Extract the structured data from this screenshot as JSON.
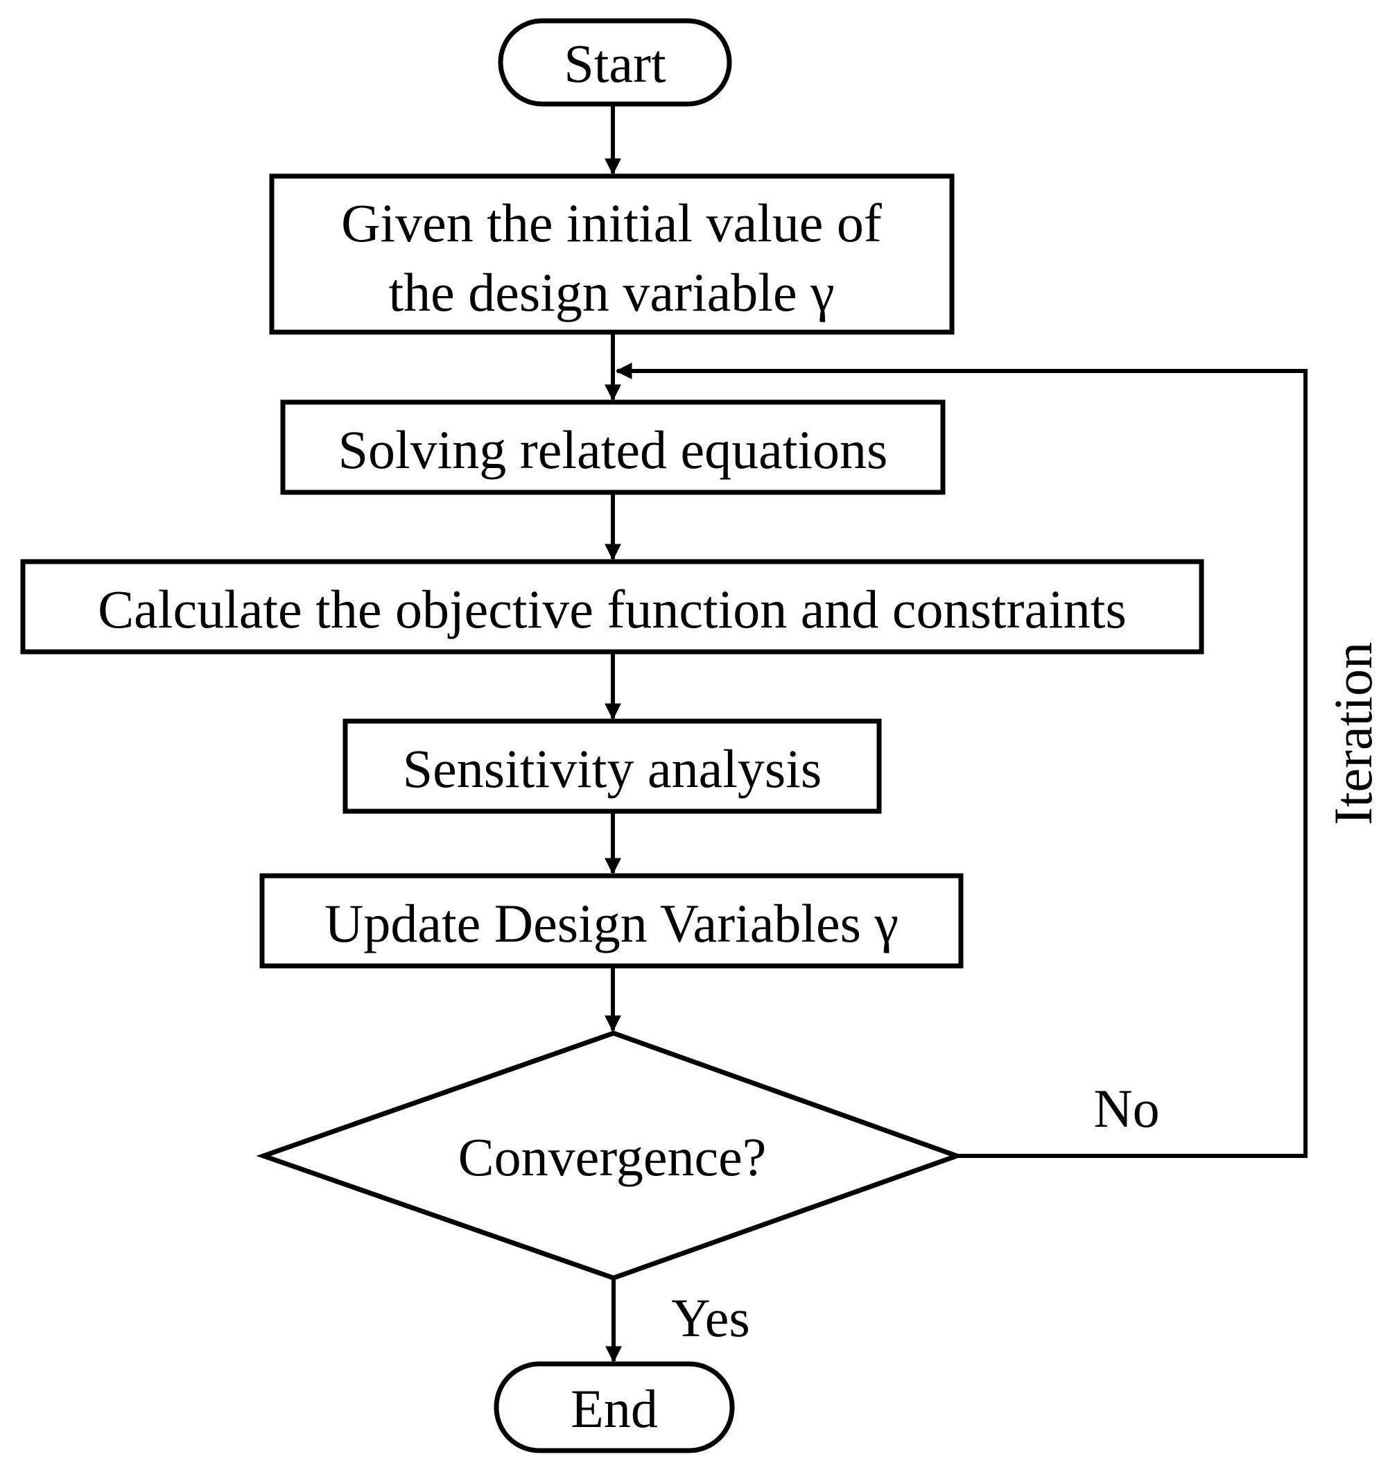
{
  "nodes": {
    "start": {
      "label": "Start"
    },
    "init": {
      "line1": "Given the initial value of",
      "line2": "the design variable γ"
    },
    "solve": {
      "label": "Solving related equations"
    },
    "calc": {
      "label": "Calculate the objective function and constraints"
    },
    "sens": {
      "label": "Sensitivity analysis"
    },
    "update": {
      "label": "Update Design Variables γ"
    },
    "decision": {
      "label": "Convergence?"
    },
    "end": {
      "label": "End"
    }
  },
  "edges": {
    "no_label": "No",
    "yes_label": "Yes",
    "loop_label": "Iteration"
  },
  "colors": {
    "stroke": "#000000",
    "fill": "#ffffff"
  }
}
